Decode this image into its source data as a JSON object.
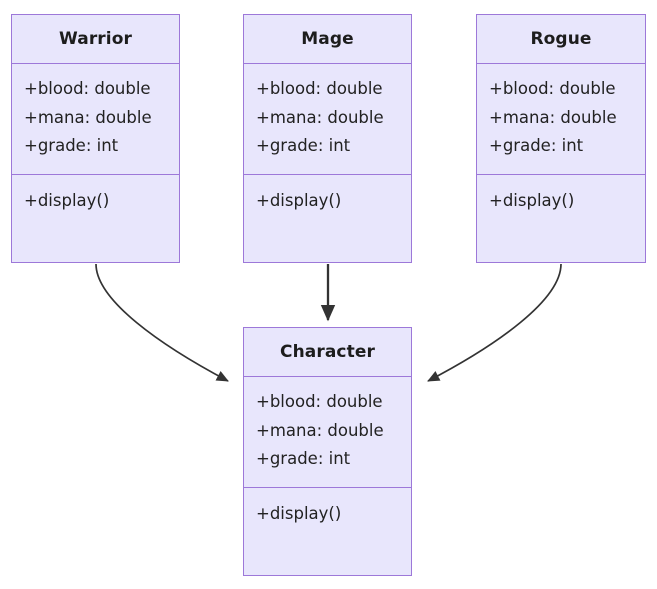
{
  "diagram": {
    "kind": "uml-class-diagram",
    "background_color": "#ffffff",
    "box_fill_color": "#e8e6fc",
    "box_border_color": "#9d78d9",
    "text_color": "#222222",
    "edge_color": "#333333",
    "classes": [
      {
        "id": "warrior",
        "name": "Warrior",
        "attributes": [
          "+blood: double",
          "+mana: double",
          "+grade: int"
        ],
        "methods": [
          "+display()"
        ]
      },
      {
        "id": "mage",
        "name": "Mage",
        "attributes": [
          "+blood: double",
          "+mana: double",
          "+grade: int"
        ],
        "methods": [
          "+display()"
        ]
      },
      {
        "id": "rogue",
        "name": "Rogue",
        "attributes": [
          "+blood: double",
          "+mana: double",
          "+grade: int"
        ],
        "methods": [
          "+display()"
        ]
      },
      {
        "id": "character",
        "name": "Character",
        "attributes": [
          "+blood: double",
          "+mana: double",
          "+grade: int"
        ],
        "methods": [
          "+display()"
        ]
      }
    ],
    "edges": [
      {
        "id": "warrior-to-character",
        "from": "Warrior",
        "to": "Character",
        "label": "",
        "arrow": "solid-triangle"
      },
      {
        "id": "mage-to-character",
        "from": "Mage",
        "to": "Character",
        "label": "",
        "arrow": "solid-triangle"
      },
      {
        "id": "rogue-to-character",
        "from": "Rogue",
        "to": "Character",
        "label": "",
        "arrow": "solid-triangle"
      }
    ]
  }
}
